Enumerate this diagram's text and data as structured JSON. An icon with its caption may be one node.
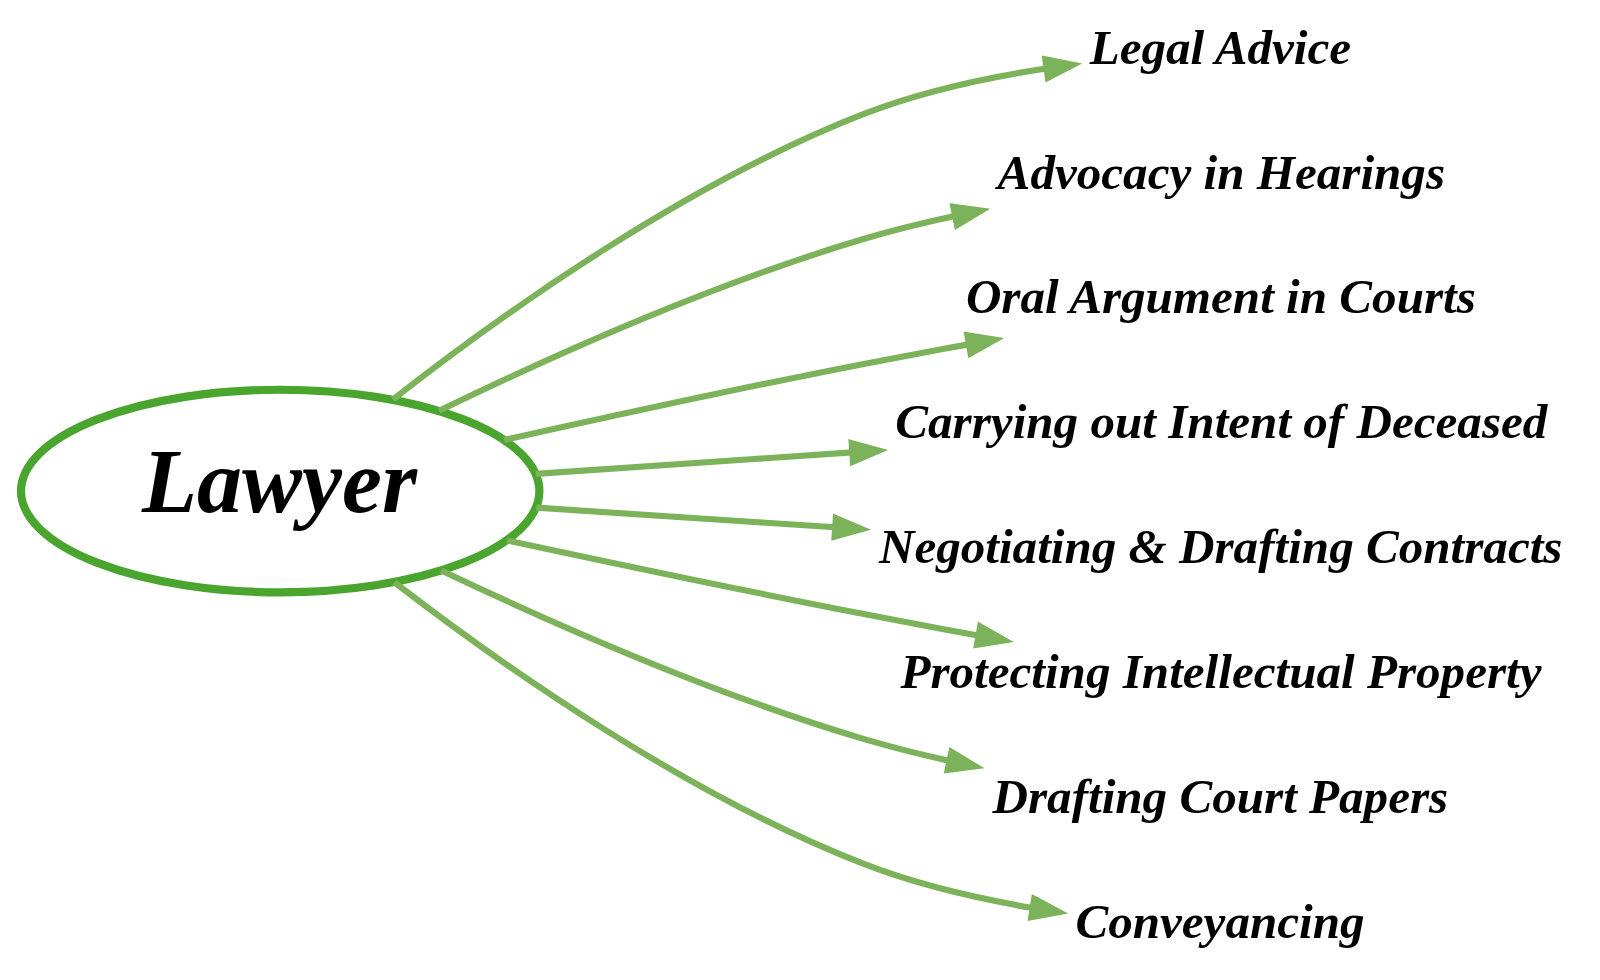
{
  "diagram": {
    "nodes": [
      {
        "text": [
          "Lawyer"
        ]
      },
      {
        "text": [
          "Legal Advice"
        ]
      },
      {
        "text": [
          "Advocacy in Hearings"
        ]
      },
      {
        "text": [
          "Oral Argument in Courts"
        ]
      },
      {
        "text": [
          "Carrying out Intent of Deceased"
        ]
      },
      {
        "text": [
          "Negotiating & Drafting Contracts"
        ]
      },
      {
        "text": [
          "Protecting Intellectual Property"
        ]
      },
      {
        "text": [
          "Drafting Court Papers"
        ]
      },
      {
        "text": [
          "Conveyancing"
        ]
      }
    ],
    "edges": [
      {
        "from": 0,
        "to": 1,
        "arrow": "to"
      },
      {
        "from": 0,
        "to": 2,
        "arrow": "to"
      },
      {
        "from": 0,
        "to": 3,
        "arrow": "to"
      },
      {
        "from": 0,
        "to": 4,
        "arrow": "to"
      },
      {
        "from": 0,
        "to": 5,
        "arrow": "to"
      },
      {
        "from": 0,
        "to": 6,
        "arrow": "to"
      },
      {
        "from": 0,
        "to": 7,
        "arrow": "to"
      },
      {
        "from": 0,
        "to": 8,
        "arrow": "to"
      }
    ]
  }
}
